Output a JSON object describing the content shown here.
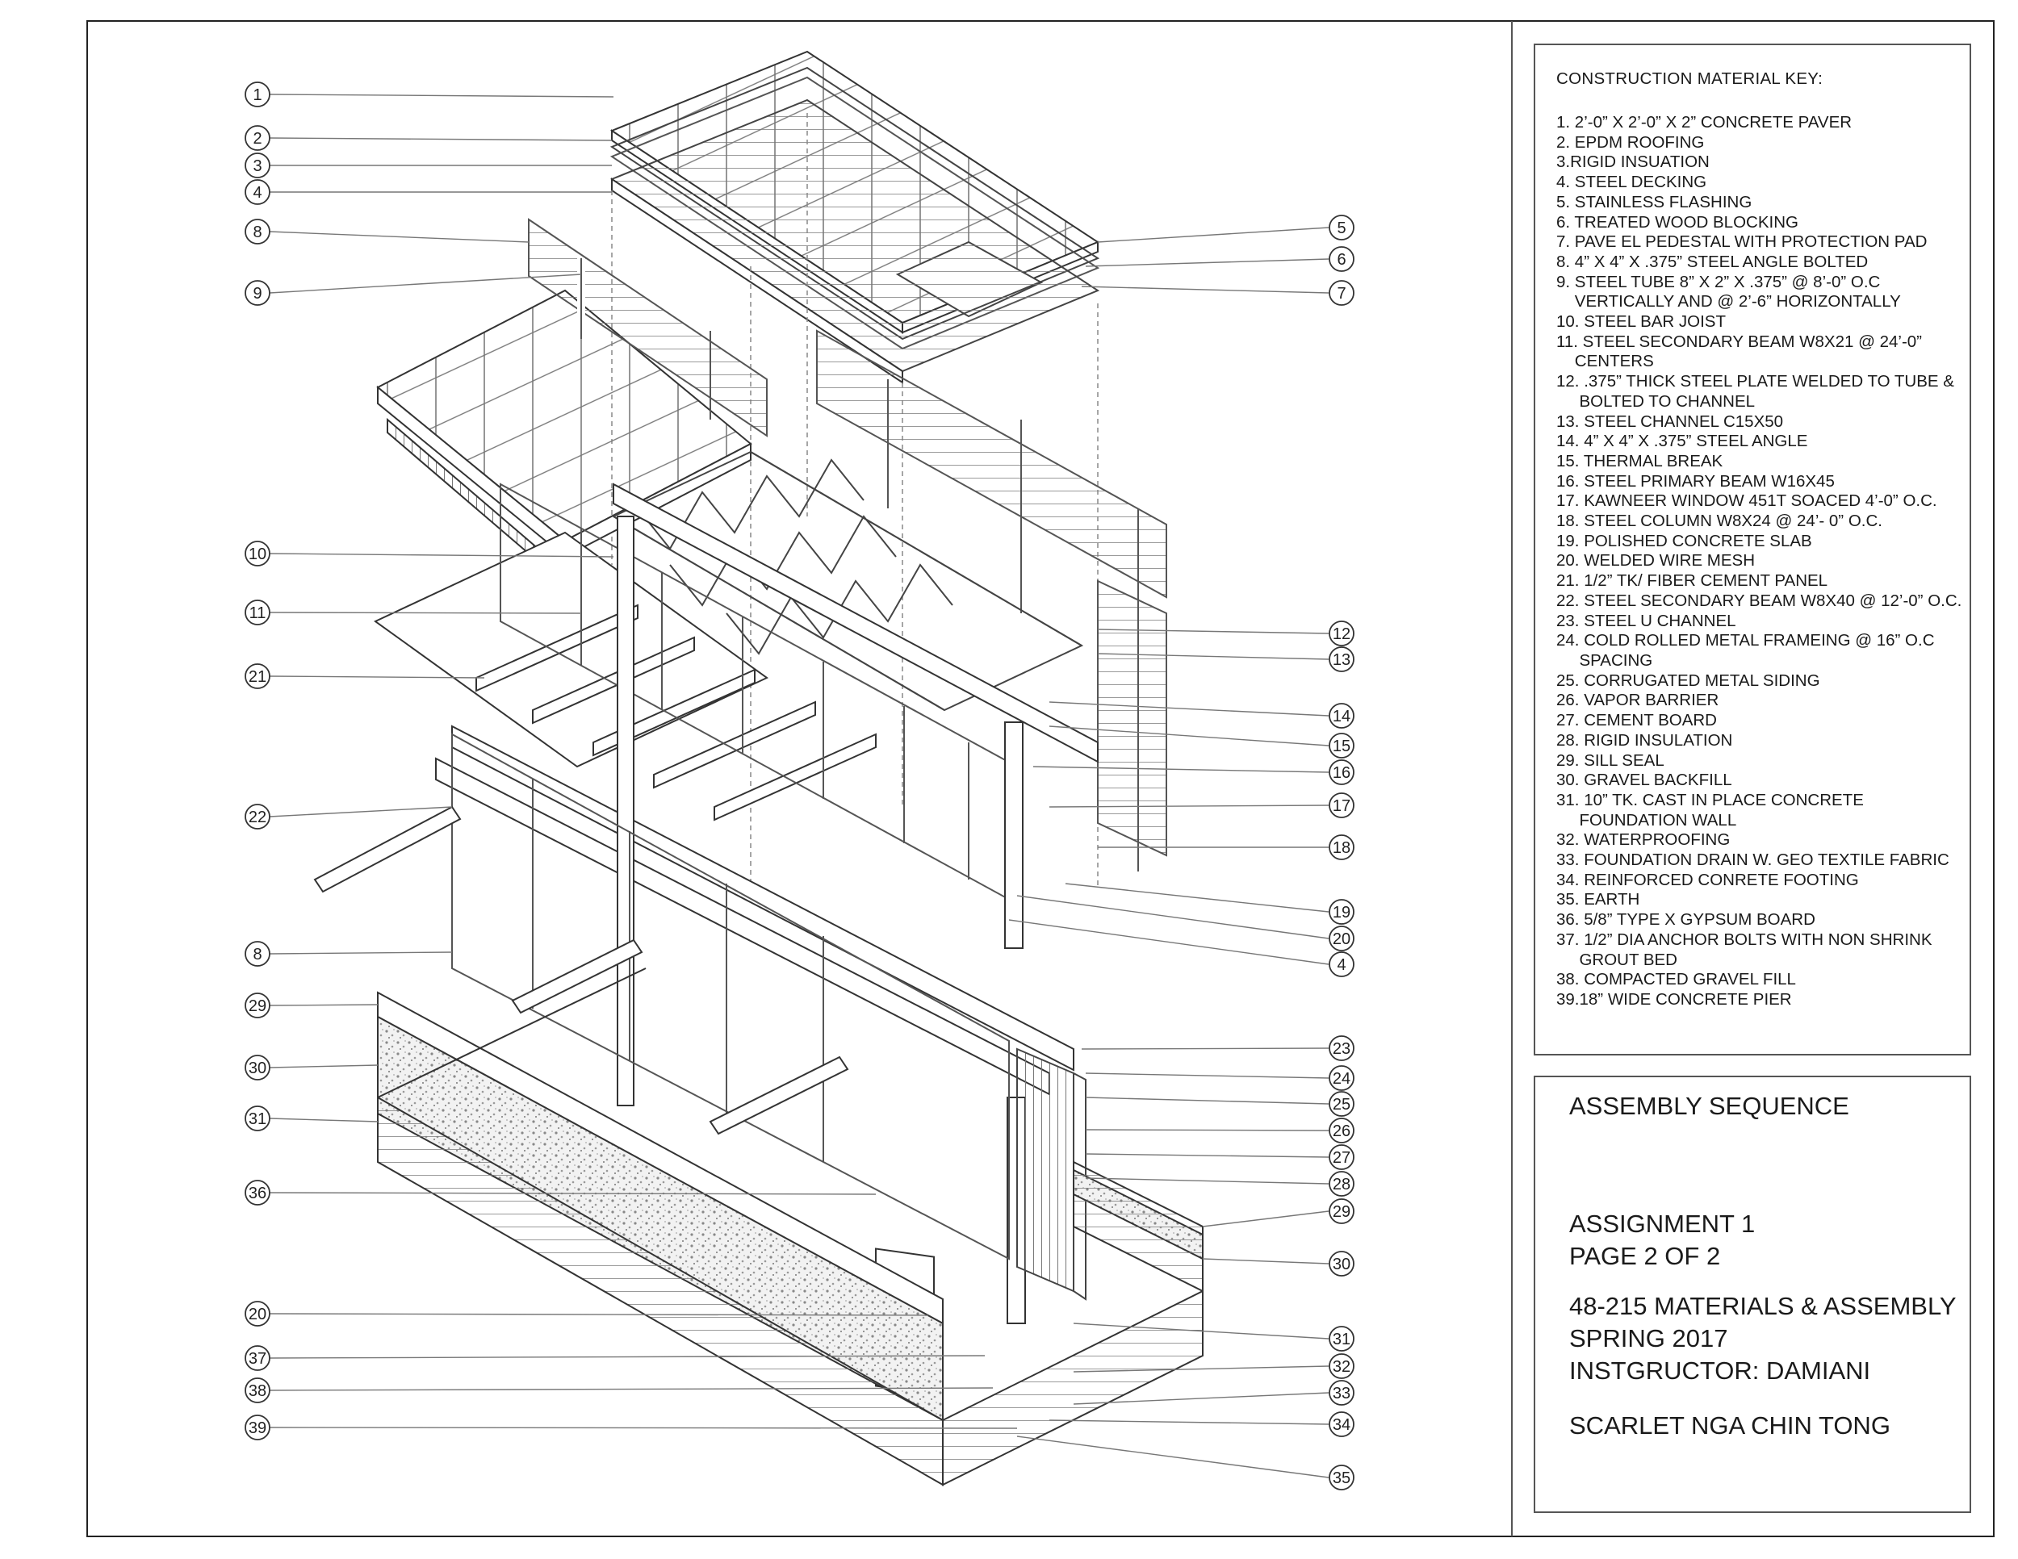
{
  "callouts": {
    "left": [
      "1",
      "2",
      "3",
      "4",
      "8",
      "9",
      "10",
      "11",
      "21",
      "22",
      "8",
      "29",
      "30",
      "31",
      "36",
      "20",
      "37",
      "38",
      "39"
    ],
    "right": [
      "5",
      "6",
      "7",
      "12",
      "13",
      "14",
      "15",
      "16",
      "17",
      "18",
      "19",
      "20",
      "4",
      "23",
      "24",
      "25",
      "26",
      "27",
      "28",
      "29",
      "30",
      "31",
      "32",
      "33",
      "34",
      "35"
    ]
  },
  "key": {
    "title": "CONSTRUCTION MATERIAL KEY:",
    "items": [
      "1. 2’-0” X 2’-0” X 2” CONCRETE PAVER",
      "2. EPDM ROOFING",
      "3.RIGID INSUATION",
      "4. STEEL DECKING",
      "5. STAINLESS FLASHING",
      "6. TREATED WOOD BLOCKING",
      "7. PAVE EL PEDESTAL WITH PROTECTION PAD",
      "8. 4” X 4” X .375” STEEL ANGLE BOLTED",
      "9. STEEL TUBE 8” X 2” X .375” @ 8’-0” O.C",
      "    VERTICALLY AND @ 2’-6” HORIZONTALLY",
      "10. STEEL BAR JOIST",
      "11. STEEL SECONDARY BEAM W8X21 @ 24’-0”",
      "    CENTERS",
      "12. .375” THICK STEEL PLATE WELDED TO TUBE &",
      "     BOLTED TO CHANNEL",
      "13. STEEL CHANNEL C15X50",
      "14. 4” X 4” X .375” STEEL ANGLE",
      "15. THERMAL BREAK",
      "16. STEEL PRIMARY BEAM W16X45",
      "17. KAWNEER WINDOW 451T SOACED 4’-0” O.C.",
      "18. STEEL COLUMN W8X24 @ 24’- 0” O.C.",
      "19. POLISHED CONCRETE SLAB",
      "20. WELDED WIRE MESH",
      "21. 1/2” TK/ FIBER CEMENT PANEL",
      "22. STEEL SECONDARY BEAM W8X40 @ 12’-0” O.C.",
      "23. STEEL U CHANNEL",
      "24. COLD ROLLED METAL FRAMEING @ 16” O.C",
      "     SPACING",
      "25. CORRUGATED METAL SIDING",
      "26. VAPOR BARRIER",
      "27. CEMENT BOARD",
      "28. RIGID INSULATION",
      "29. SILL SEAL",
      "30. GRAVEL BACKFILL",
      "31. 10” TK. CAST IN PLACE CONCRETE",
      "     FOUNDATION WALL",
      "32. WATERPROOFING",
      "33. FOUNDATION DRAIN W. GEO TEXTILE FABRIC",
      "34. REINFORCED CONRETE FOOTING",
      "35. EARTH",
      "36. 5/8” TYPE X GYPSUM BOARD",
      "37. 1/2” DIA ANCHOR BOLTS WITH NON SHRINK",
      "     GROUT BED",
      "38. COMPACTED GRAVEL FILL",
      "39.18” WIDE CONCRETE PIER"
    ]
  },
  "titleblock": {
    "title": "ASSEMBLY SEQUENCE",
    "assignment": "ASSIGNMENT 1",
    "page": "PAGE 2 OF 2",
    "course": "48-215 MATERIALS & ASSEMBLY",
    "term": "SPRING 2017",
    "instructor": "INSTGRUCTOR: DAMIANI",
    "author": "SCARLET NGA CHIN TONG"
  }
}
